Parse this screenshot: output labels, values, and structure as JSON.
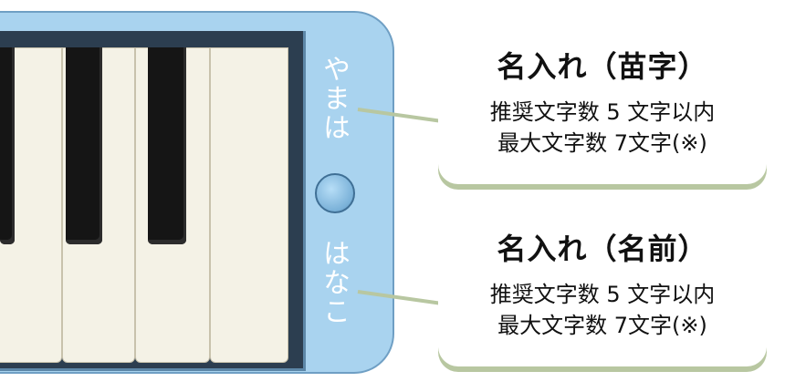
{
  "melodica": {
    "name_top": "やまは",
    "name_bottom": "はなこ"
  },
  "callouts": [
    {
      "title": "名入れ（苗字）",
      "recommended": "推奨文字数 5 文字以内",
      "maximum": "最大文字数 7文字(※)"
    },
    {
      "title": "名入れ（名前）",
      "recommended": "推奨文字数 5 文字以内",
      "maximum": "最大文字数 7文字(※)"
    }
  ],
  "colors": {
    "case": "#a9d3ef",
    "connector": "#b8c7a1"
  }
}
